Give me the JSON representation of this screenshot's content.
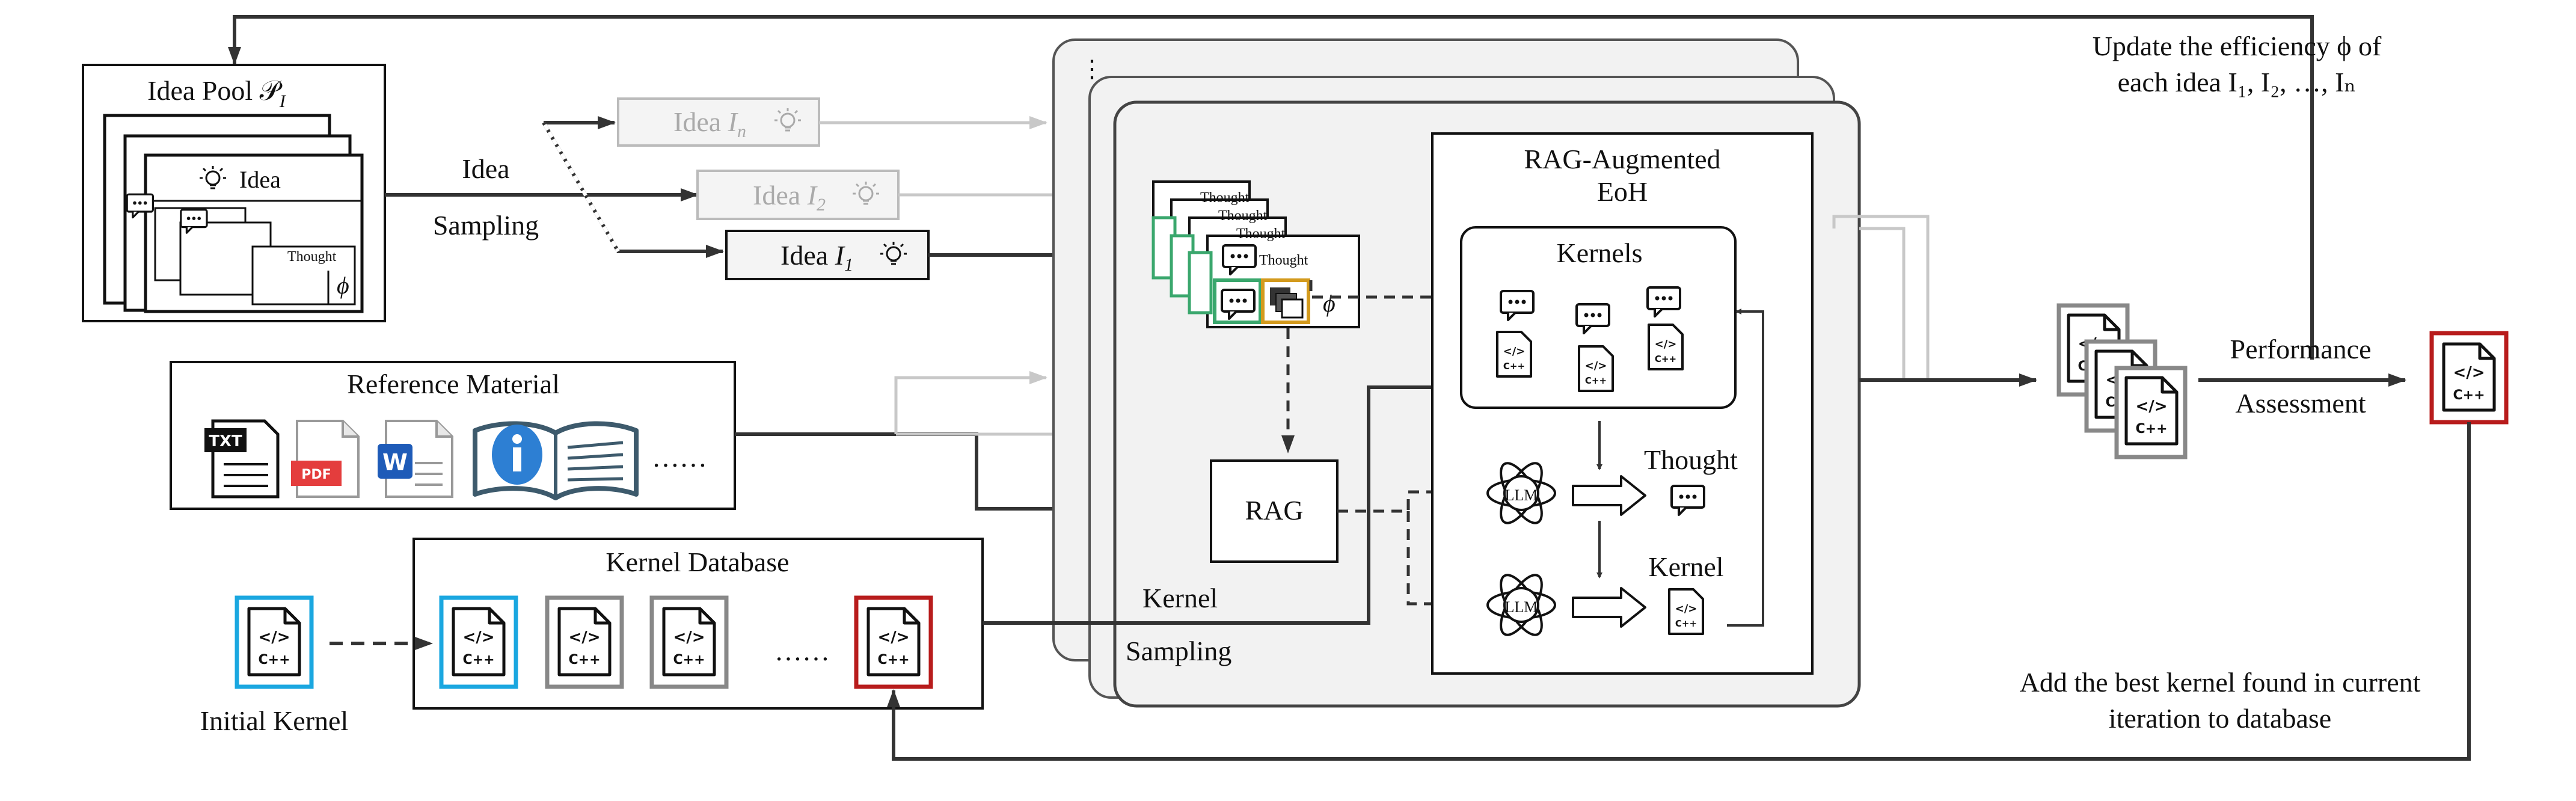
{
  "idea_pool": {
    "title": "Idea Pool 𝒫",
    "title_sub": "I",
    "card_label": "Idea",
    "thought_label": "Thought",
    "phi": "ϕ"
  },
  "idea_sampling": {
    "line1": "Idea",
    "line2": "Sampling"
  },
  "ideas": [
    {
      "label": "Idea ",
      "var": "I",
      "sub": "n"
    },
    {
      "label": "Idea ",
      "var": "I",
      "sub": "2"
    },
    {
      "label": "Idea ",
      "var": "I",
      "sub": "1"
    }
  ],
  "reference": {
    "title": "Reference Material",
    "ellipsis": "……",
    "txt": "TXT",
    "pdf": "PDF",
    "word": "W"
  },
  "kernel_db": {
    "title": "Kernel Database",
    "ellipsis": "……"
  },
  "initial_kernel": "Initial Kernel",
  "code_icon": {
    "tag": "</>",
    "lang": "C++"
  },
  "stack": {
    "dots": "⋮",
    "kernel_sampling_1": "Kernel",
    "kernel_sampling_2": "Sampling",
    "thought_cards": [
      "Thought",
      "Thought",
      "Thought",
      "Thought"
    ],
    "phi": "ϕ",
    "rag": "RAG"
  },
  "eoh": {
    "title1": "RAG-Augmented",
    "title2": "EoH",
    "kernels_label": "Kernels",
    "llm": "LLM",
    "thought": "Thought",
    "kernel": "Kernel"
  },
  "performance": {
    "line1": "Performance",
    "line2": "Assessment"
  },
  "update_note": {
    "line1": "Update the efficiency ϕ of",
    "line2": "each idea I₁, I₂, …, Iₙ"
  },
  "add_note": {
    "line1": "Add the best kernel found  in current",
    "line2": "iteration to database"
  },
  "colors": {
    "blue": "#1aa7e0",
    "red": "#b81c1c",
    "green": "#3aa76d",
    "orange": "#d39a1d",
    "gray": "#888888",
    "light_gray": "#c8c8c8"
  }
}
